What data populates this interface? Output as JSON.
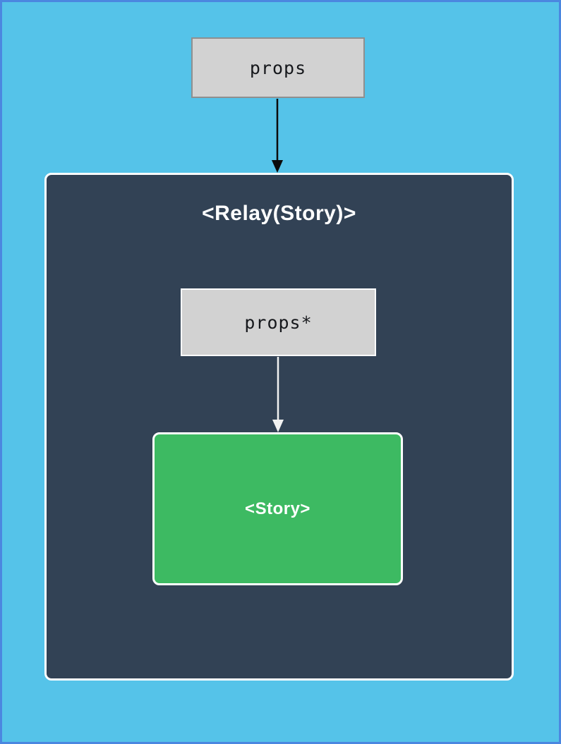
{
  "diagram": {
    "nodes": {
      "outer_props": {
        "label": "props"
      },
      "relay_container": {
        "title": "<Relay(Story)>"
      },
      "inner_props": {
        "label": "props*"
      },
      "story": {
        "label": "<Story>"
      }
    },
    "arrows": [
      {
        "name": "props-to-relay",
        "direction": "down",
        "style": "black"
      },
      {
        "name": "inner-props-to-story",
        "direction": "down",
        "style": "white"
      }
    ]
  },
  "colors": {
    "background": "#55c3e9",
    "page_border": "#4b87e0",
    "container_fill": "#324255",
    "container_border": "#ffffff",
    "props_fill": "#d2d2d2",
    "props_border": "#8f8f8f",
    "inner_props_border": "#ffffff",
    "story_fill": "#3dba62",
    "story_border": "#ffffff",
    "arrow_outer": "#0b0b0b",
    "arrow_inner": "#f2f2f2",
    "text_dark": "#16181c",
    "text_light": "#ffffff"
  }
}
